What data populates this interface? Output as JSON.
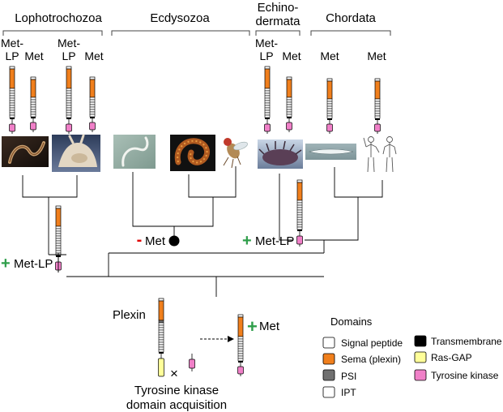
{
  "clades": [
    {
      "name": "Lophotrochozoa"
    },
    {
      "name": "Ecdysozoa"
    },
    {
      "name_line1": "Echino-",
      "name_line2": "dermata"
    },
    {
      "name": "Chordata"
    }
  ],
  "receptor_labels": {
    "met_lp_line1": "Met-",
    "met_lp_line2": "LP",
    "met": "Met"
  },
  "events": {
    "loss_sign": "-",
    "loss_label": "Met",
    "gain_sign": "+",
    "gain_met_lp": "Met-LP",
    "gain_met": "Met"
  },
  "ancestral": {
    "plexin_label": "Plexin",
    "times_sign": "×",
    "caption_line1": "Tyrosine kinase",
    "caption_line2": "domain acquisition"
  },
  "legend": {
    "title": "Domains",
    "items": [
      {
        "label": "Signal peptide",
        "color": "#ffffff"
      },
      {
        "label": "Sema (plexin)",
        "color": "#f07f1c"
      },
      {
        "label": "PSI",
        "color": "#707070"
      },
      {
        "label": "IPT",
        "color": "#ffffff"
      },
      {
        "label": "Transmembrane",
        "color": "#000000"
      },
      {
        "label": "Ras-GAP",
        "color": "#ffff99"
      },
      {
        "label": "Tyrosine kinase",
        "color": "#f080c8"
      }
    ]
  },
  "colors": {
    "sema": "#f07f1c",
    "kinase": "#f080c8",
    "rasgap": "#ffff99",
    "psi": "#707070",
    "gain": "#2e9e4a",
    "loss": "#e00000"
  }
}
